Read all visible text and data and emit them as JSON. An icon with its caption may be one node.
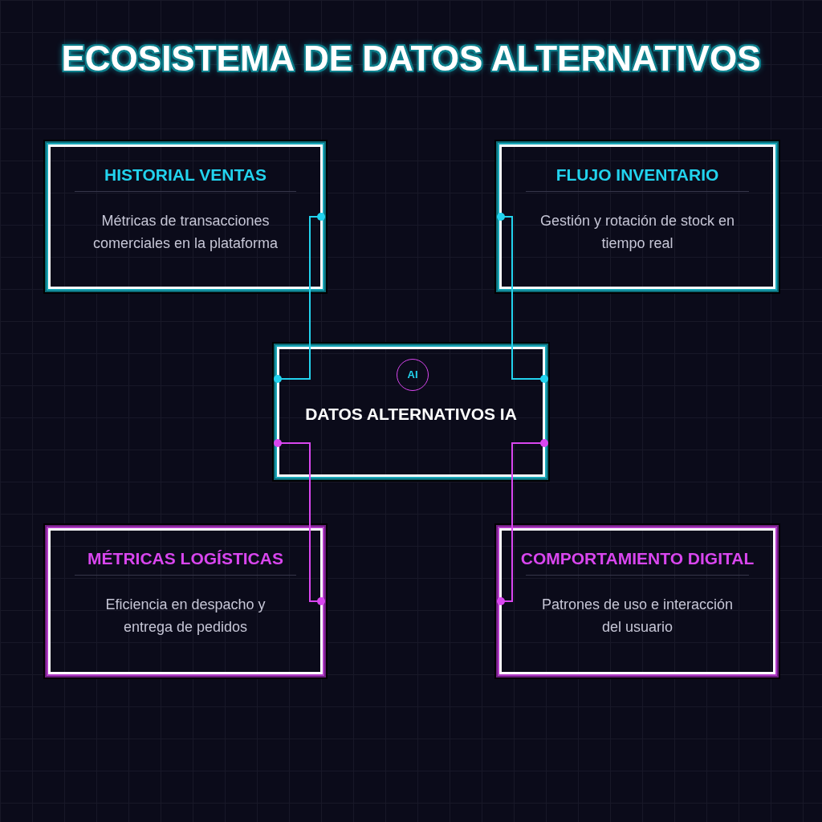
{
  "diagram": {
    "title": "ECOSISTEMA DE DATOS ALTERNATIVOS",
    "nodes": [
      {
        "text": [
          "HISTORIAL VENTAS",
          "Métricas de transacciones comerciales en la plataforma"
        ]
      },
      {
        "text": [
          "FLUJO INVENTARIO",
          "Gestión y rotación de stock en tiempo real"
        ]
      },
      {
        "text": [
          "DATOS ALTERNATIVOS IA"
        ]
      },
      {
        "text": [
          "AI"
        ],
        "in": 2
      },
      {
        "text": [
          "MÉTRICAS LOGÍSTICAS",
          "Eficiencia en despacho y entrega de pedidos"
        ]
      },
      {
        "text": [
          "COMPORTAMIENTO DIGITAL",
          "Patrones de uso e interacción del usuario"
        ]
      }
    ],
    "edges": [
      {
        "from": 0,
        "to": 2,
        "arrow": "other",
        "color": "#22d3ee"
      },
      {
        "from": 1,
        "to": 2,
        "arrow": "other",
        "color": "#22d3ee"
      },
      {
        "from": 4,
        "to": 2,
        "arrow": "other",
        "color": "#d946ef"
      },
      {
        "from": 5,
        "to": 2,
        "arrow": "other",
        "color": "#d946ef"
      }
    ]
  }
}
